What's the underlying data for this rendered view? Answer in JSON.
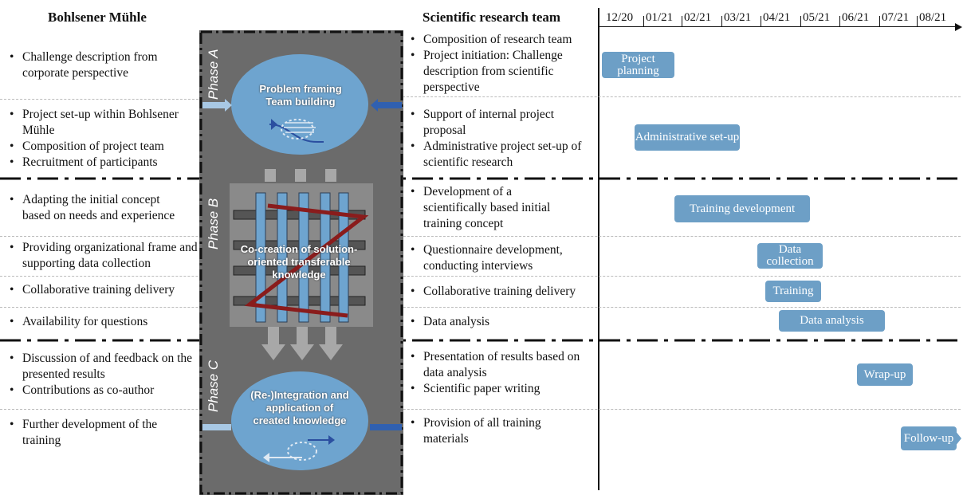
{
  "headers": {
    "left": "Bohlsener Mühle",
    "right": "Scientific research team"
  },
  "months": [
    "12/20",
    "01/21",
    "02/21",
    "03/21",
    "04/21",
    "05/21",
    "06/21",
    "07/21",
    "08/21"
  ],
  "left_items": [
    [
      "Challenge description from corporate perspective"
    ],
    [
      "Project set-up within Bohlsener Mühle",
      "Composition of project team",
      "Recruitment of participants"
    ],
    [
      "Adapting the initial concept based on needs and experience"
    ],
    [
      "Providing organizational frame and supporting data collection"
    ],
    [
      "Collaborative training delivery"
    ],
    [
      "Availability for questions"
    ],
    [
      "Discussion of and feedback on the presented results",
      "Contributions as co-author"
    ],
    [
      "Further development of the training"
    ]
  ],
  "right_items": [
    [
      "Composition of research team",
      "Project initiation: Challenge description from scientific perspective"
    ],
    [
      "Support of internal project proposal",
      "Administrative project set-up of scientific research"
    ],
    [
      "Development of a scientifically based initial training concept"
    ],
    [
      "Questionnaire development, conducting interviews"
    ],
    [
      "Collaborative training delivery"
    ],
    [
      "Data analysis"
    ],
    [
      "Presentation of results based on data analysis",
      "Scientific paper writing"
    ],
    [
      "Provision of all training materials"
    ]
  ],
  "phases": {
    "a": {
      "label": "Phase A",
      "text": "Problem framing Team building"
    },
    "b": {
      "label": "Phase B",
      "text": "Co-creation of solution-oriented transferable knowledge"
    },
    "c": {
      "label": "Phase C",
      "text": "(Re-)Integration and application of created knowledge"
    }
  },
  "bars": [
    {
      "label": "Project planning"
    },
    {
      "label": "Administrative set-up"
    },
    {
      "label": "Training development"
    },
    {
      "label": "Data collection"
    },
    {
      "label": "Training"
    },
    {
      "label": "Data analysis"
    },
    {
      "label": "Wrap-up"
    },
    {
      "label": "Follow-up"
    }
  ],
  "colors": {
    "bar": "#6d9fc6",
    "phase_panel": "#6b6b6b",
    "ellipse": "#6ea4cf"
  }
}
